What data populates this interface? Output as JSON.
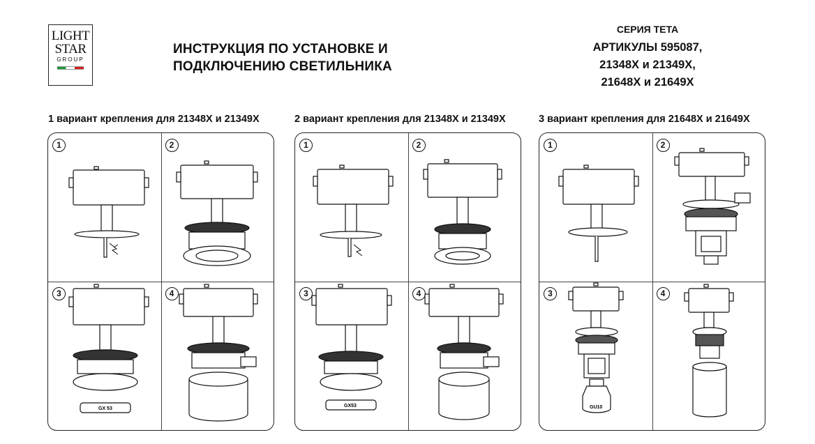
{
  "logo": {
    "line1": "LIGHT",
    "line2": "STAR",
    "line3": "GROUP"
  },
  "title": {
    "line1": "ИНСТРУКЦИЯ ПО УСТАНОВКЕ И",
    "line2": "ПОДКЛЮЧЕНИЮ СВЕТИЛЬНИКА"
  },
  "series": {
    "name": "СЕРИЯ TETA",
    "line1": "АРТИКУЛЫ 595087,",
    "line2": "21348Х и 21349Х,",
    "line3": "21648Х и 21649Х"
  },
  "variants": [
    {
      "label": "1 вариант крепления для 21348Х и 21349Х",
      "steps": [
        "1",
        "2",
        "3",
        "4"
      ],
      "base_label": "GX 53"
    },
    {
      "label": "2 вариант крепления для 21348Х и 21349Х",
      "steps": [
        "1",
        "2",
        "3",
        "4"
      ],
      "base_label": "GX53"
    },
    {
      "label": "3 вариант крепления для 21648Х и 21649Х",
      "steps": [
        "1",
        "2",
        "3",
        "4"
      ],
      "base_label": "GU10"
    }
  ]
}
